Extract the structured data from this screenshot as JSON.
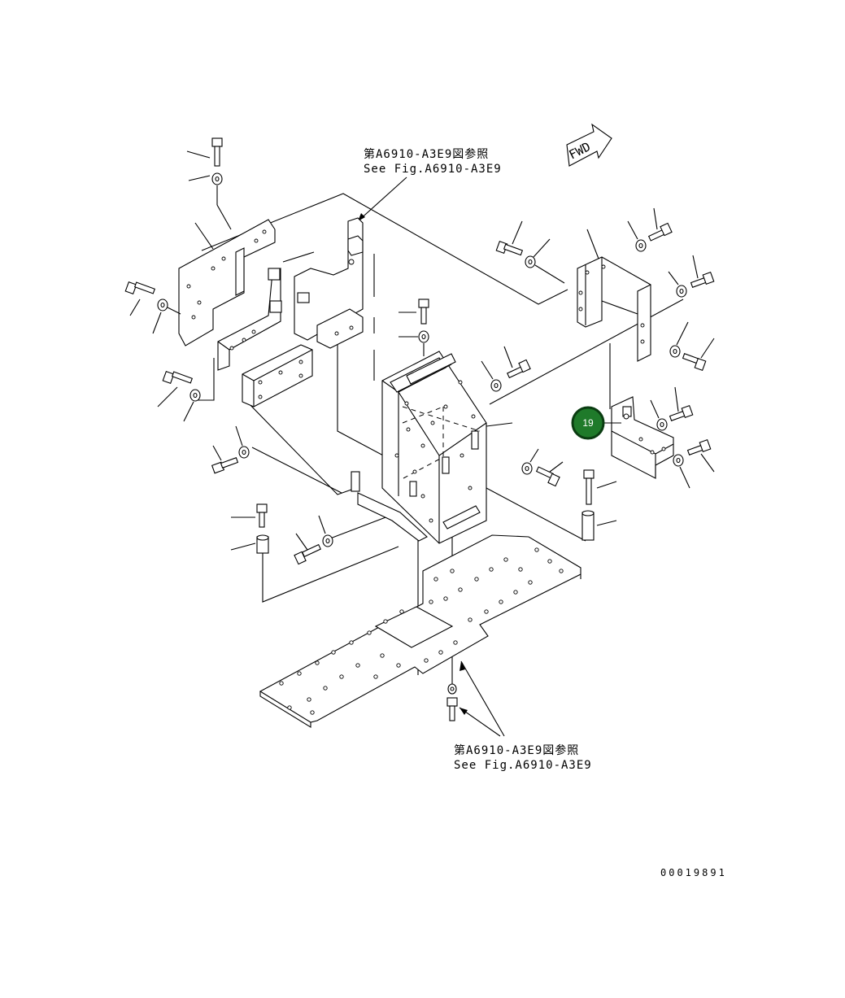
{
  "references": {
    "top": {
      "line1": "第A6910-A3E9図参照",
      "line2": "See Fig.A6910-A3E9"
    },
    "bottom": {
      "line1": "第A6910-A3E9図参照",
      "line2": "See Fig.A6910-A3E9"
    }
  },
  "fwd_indicator": {
    "label": "FWD"
  },
  "callouts": [
    {
      "number": "19",
      "color": "#1f7a2a",
      "border_color": "#0b3d12",
      "highlighted": true
    }
  ],
  "drawing_number": "00019891"
}
